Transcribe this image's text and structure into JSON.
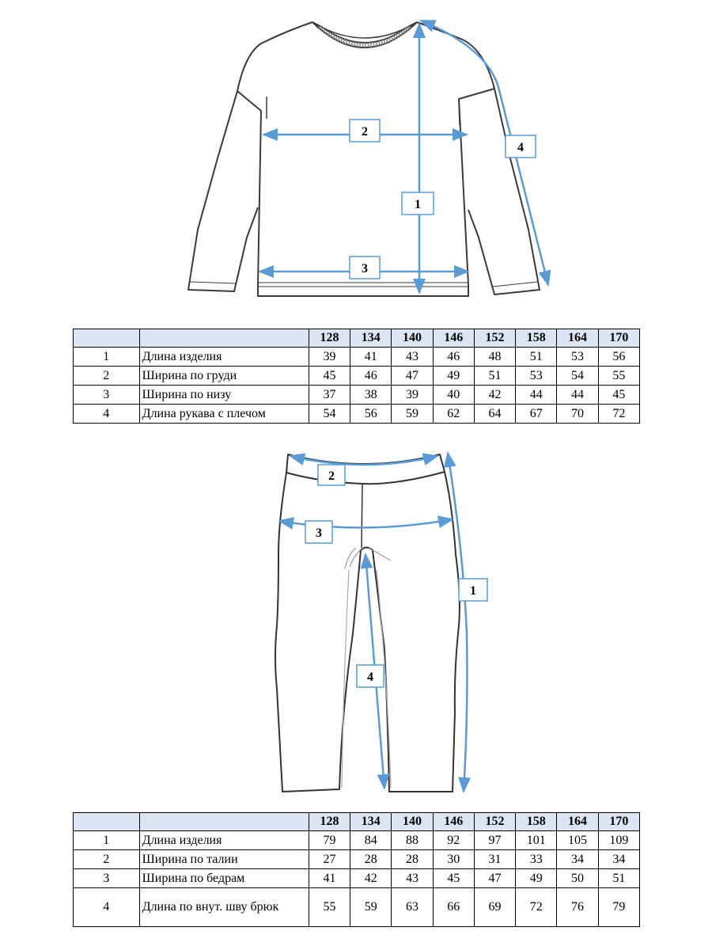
{
  "sweater": {
    "markers": [
      "1",
      "2",
      "3",
      "4"
    ],
    "table": {
      "corner": [
        "",
        ""
      ],
      "sizes": [
        "128",
        "134",
        "140",
        "146",
        "152",
        "158",
        "164",
        "170"
      ],
      "rows": [
        {
          "num": "1",
          "label": "Длина изделия",
          "values": [
            "39",
            "41",
            "43",
            "46",
            "48",
            "51",
            "53",
            "56"
          ]
        },
        {
          "num": "2",
          "label": "Ширина по груди",
          "values": [
            "45",
            "46",
            "47",
            "49",
            "51",
            "53",
            "54",
            "55"
          ]
        },
        {
          "num": "3",
          "label": "Ширина по низу",
          "values": [
            "37",
            "38",
            "39",
            "40",
            "42",
            "44",
            "44",
            "45"
          ]
        },
        {
          "num": "4",
          "label": "Длина рукава с плечом",
          "values": [
            "54",
            "56",
            "59",
            "62",
            "64",
            "67",
            "70",
            "72"
          ]
        }
      ]
    }
  },
  "pants": {
    "markers": [
      "1",
      "2",
      "3",
      "4"
    ],
    "table": {
      "corner": [
        "",
        ""
      ],
      "sizes": [
        "128",
        "134",
        "140",
        "146",
        "152",
        "158",
        "164",
        "170"
      ],
      "rows": [
        {
          "num": "1",
          "label": "Длина изделия",
          "values": [
            "79",
            "84",
            "88",
            "92",
            "97",
            "101",
            "105",
            "109"
          ]
        },
        {
          "num": "2",
          "label": "Ширина по талии",
          "values": [
            "27",
            "28",
            "28",
            "30",
            "31",
            "33",
            "34",
            "34"
          ]
        },
        {
          "num": "3",
          "label": "Ширина по бедрам",
          "values": [
            "41",
            "42",
            "43",
            "45",
            "47",
            "49",
            "50",
            "51"
          ]
        },
        {
          "num": "4",
          "label": "Длина по внут. шву брюк",
          "values": [
            "55",
            "59",
            "63",
            "66",
            "69",
            "72",
            "76",
            "79"
          ]
        }
      ]
    }
  },
  "colors": {
    "outline": "#3a3a3a",
    "measure": "#5b9bd5",
    "header_fill": "#dbe5f3"
  }
}
